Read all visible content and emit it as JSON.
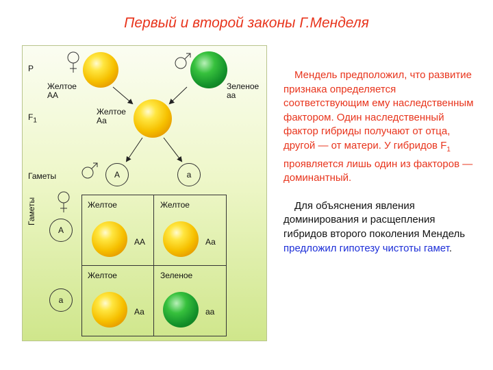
{
  "title": "Первый и второй законы Г.Менделя",
  "diagram": {
    "label_p": "P",
    "label_f": "F",
    "label_f_sub": "1",
    "label_gametes": "Гаметы",
    "label_gametes_vertical": "Гаметы",
    "parent_female": {
      "line1": "Желтое",
      "line2": "АА"
    },
    "parent_male": {
      "line1": "Зеленое",
      "line2": "аа"
    },
    "f1": {
      "line1": "Желтое",
      "line2": "Аа"
    },
    "gametes_top": [
      "А",
      "а"
    ],
    "gametes_left": [
      "А",
      "а"
    ],
    "cells": [
      {
        "phenotype": "Желтое",
        "genotype": "АА"
      },
      {
        "phenotype": "Желтое",
        "genotype": "Аа"
      },
      {
        "phenotype": "Желтое",
        "genotype": "Аа"
      },
      {
        "phenotype": "Зеленое",
        "genotype": "аа"
      }
    ],
    "colors": {
      "yellow": "#f6c000",
      "green": "#14912a"
    }
  },
  "text": {
    "p1_before_sub": "Мендель предположил, что развитие признака определяется соответствующим ему наследственным фактором. Один наследственный фактор гибриды получают от отца, другой — от матери. У гибридов F",
    "p1_sub": "1",
    "p1_after_sub": " проявляется лишь один из факторов — доминантный.",
    "p2_before": "Для объяснения явления доминирования и расщепления гибридов второго поколения Мендель ",
    "p2_highlight": "предложил гипотезу чистоты гамет",
    "p2_after": ".",
    "colors": {
      "red": "#e8341c",
      "blue": "#1d2fd8"
    }
  }
}
